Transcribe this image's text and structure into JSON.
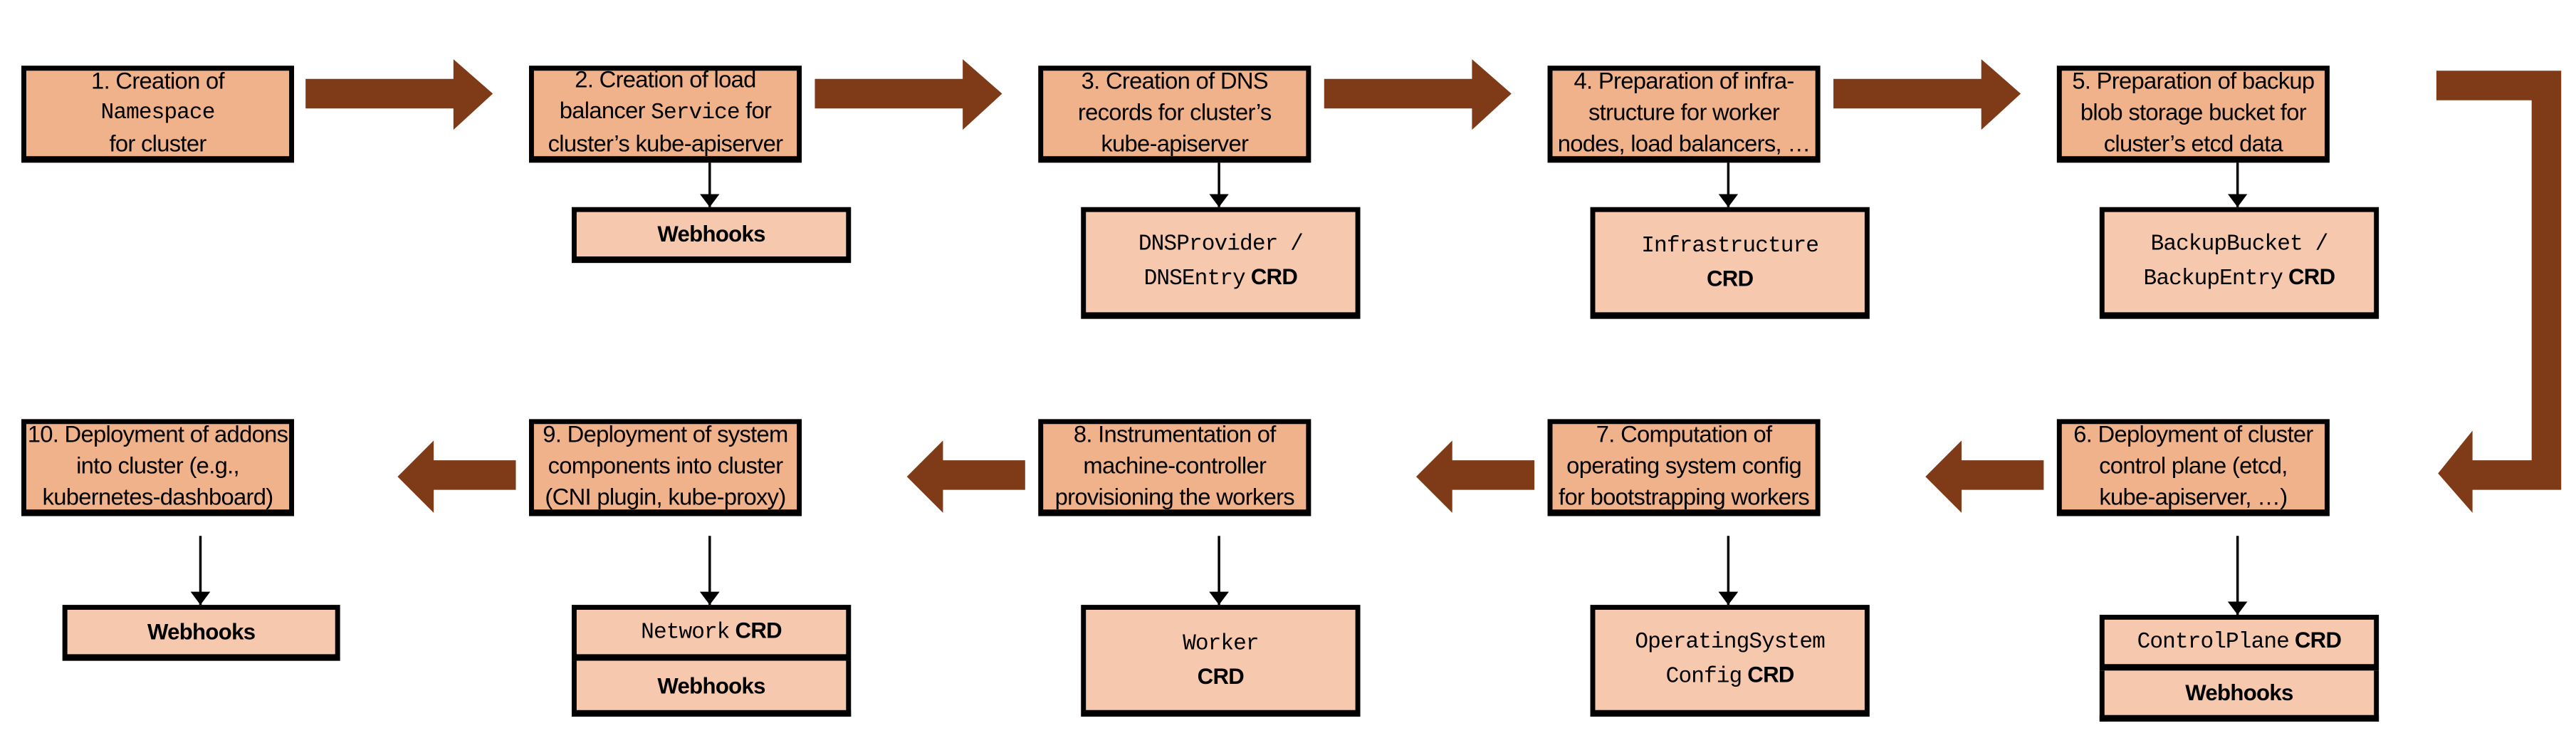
{
  "colors": {
    "step": "#F0B28A",
    "resource": "#F6C9AE",
    "flow_arrow": "#7F3B17",
    "border": "#000000"
  },
  "steps": [
    {
      "l1": "1. Creation of",
      "l2m": "Namespace",
      "l3": "for cluster"
    },
    {
      "l1": "2. Creation of load",
      "l2a": "balancer ",
      "l2m": "Service",
      "l2b": " for",
      "l3": "cluster’s kube-apiserver",
      "res": {
        "r1": "Webhooks"
      }
    },
    {
      "l1": "3. Creation of DNS",
      "l2": "records for cluster’s",
      "l3": "kube-apiserver",
      "res": {
        "r1m": "DNSProvider /",
        "r2m": "DNSEntry",
        "r2": " CRD"
      }
    },
    {
      "l1": "4. Preparation of infra-",
      "l2": "structure for worker",
      "l3": "nodes, load balancers, …",
      "res": {
        "r1m": "Infrastructure",
        "r2": "CRD"
      }
    },
    {
      "l1": "5. Preparation of backup",
      "l2": "blob storage bucket for",
      "l3": "cluster’s etcd data",
      "res": {
        "r1m": "BackupBucket /",
        "r2m": "BackupEntry",
        "r2": " CRD"
      }
    },
    {
      "l1": "6. Deployment of cluster",
      "l2": "control plane (etcd,",
      "l3": "kube-apiserver, …)",
      "res": {
        "r1m": "ControlPlane",
        "r1": " CRD",
        "r2": "Webhooks"
      }
    },
    {
      "l1": "7. Computation of",
      "l2": "operating system config",
      "l3": "for bootstrapping workers",
      "res": {
        "r1m": "OperatingSystem",
        "r2m": "Config",
        "r2": " CRD"
      }
    },
    {
      "l1": "8. Instrumentation of",
      "l2": "machine-controller",
      "l3": "provisioning the workers",
      "res": {
        "r1m": "Worker",
        "r2": "CRD"
      }
    },
    {
      "l1": "9. Deployment of system",
      "l2": "components into cluster",
      "l3": "(CNI plugin, kube-proxy)",
      "res": {
        "r1m": "Network",
        "r1": " CRD",
        "r2": "Webhooks"
      }
    },
    {
      "l1": "10. Deployment of addons",
      "l2": "into cluster (e.g.,",
      "l3": "kubernetes-dashboard)",
      "res": {
        "r1": "Webhooks"
      }
    }
  ]
}
